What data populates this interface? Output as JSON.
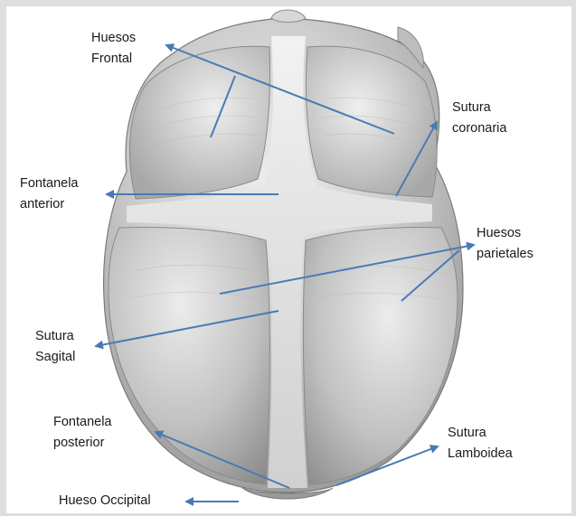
{
  "labels": {
    "huesos_frontal": [
      "Huesos",
      "Frontal"
    ],
    "sutura_coronaria": [
      "Sutura",
      "coronaria"
    ],
    "fontanela_anterior": [
      "Fontanela",
      "anterior"
    ],
    "huesos_parietales": [
      "Huesos",
      "parietales"
    ],
    "sutura_sagital": [
      "Sutura",
      "Sagital"
    ],
    "fontanela_posterior": [
      "Fontanela",
      "posterior"
    ],
    "sutura_lamboidea": [
      "Sutura",
      "Lamboidea"
    ],
    "hueso_occipital": "Hueso Occipital"
  },
  "colors": {
    "arrow": "#4a7ab5",
    "label_text": "#1a1a1a",
    "frame": "#dedede",
    "skull_base": "#c9c9c9",
    "skull_shadow": "#8e8e8e"
  }
}
